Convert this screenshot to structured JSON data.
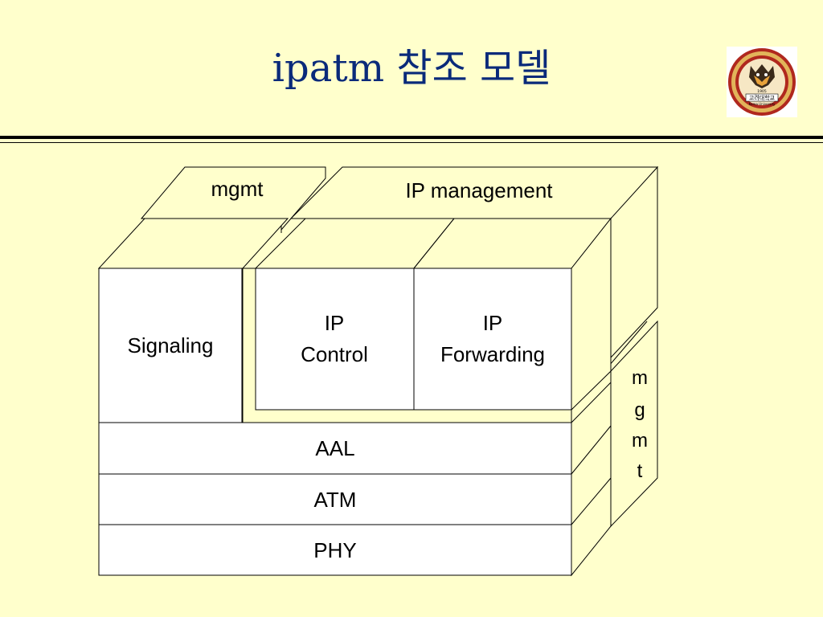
{
  "slide": {
    "title": "ipatm 참조 모델"
  },
  "logo": {
    "icon": "university-tiger-seal-icon",
    "text_top": "1905",
    "text_mid": "고려대학교",
    "text_bottom": "Korea University",
    "colors": {
      "ring": "#B0281E",
      "gold": "#E2B45A",
      "inner": "#F6E7C4"
    }
  },
  "diagram": {
    "top_mgmt_label": "mgmt",
    "ip_management_label": "IP management",
    "side_mgmt_letters": [
      "m",
      "g",
      "m",
      "t"
    ],
    "signaling_label": "Signaling",
    "ip_control_line1": "IP",
    "ip_control_line2": "Control",
    "ip_forwarding_line1": "IP",
    "ip_forwarding_line2": "Forwarding",
    "aal_label": "AAL",
    "atm_label": "ATM",
    "phy_label": "PHY"
  },
  "colors": {
    "background": "#FFFFCC",
    "title": "#0A2A7A",
    "box_fill": "#FFFFFF",
    "outline": "#000000"
  }
}
